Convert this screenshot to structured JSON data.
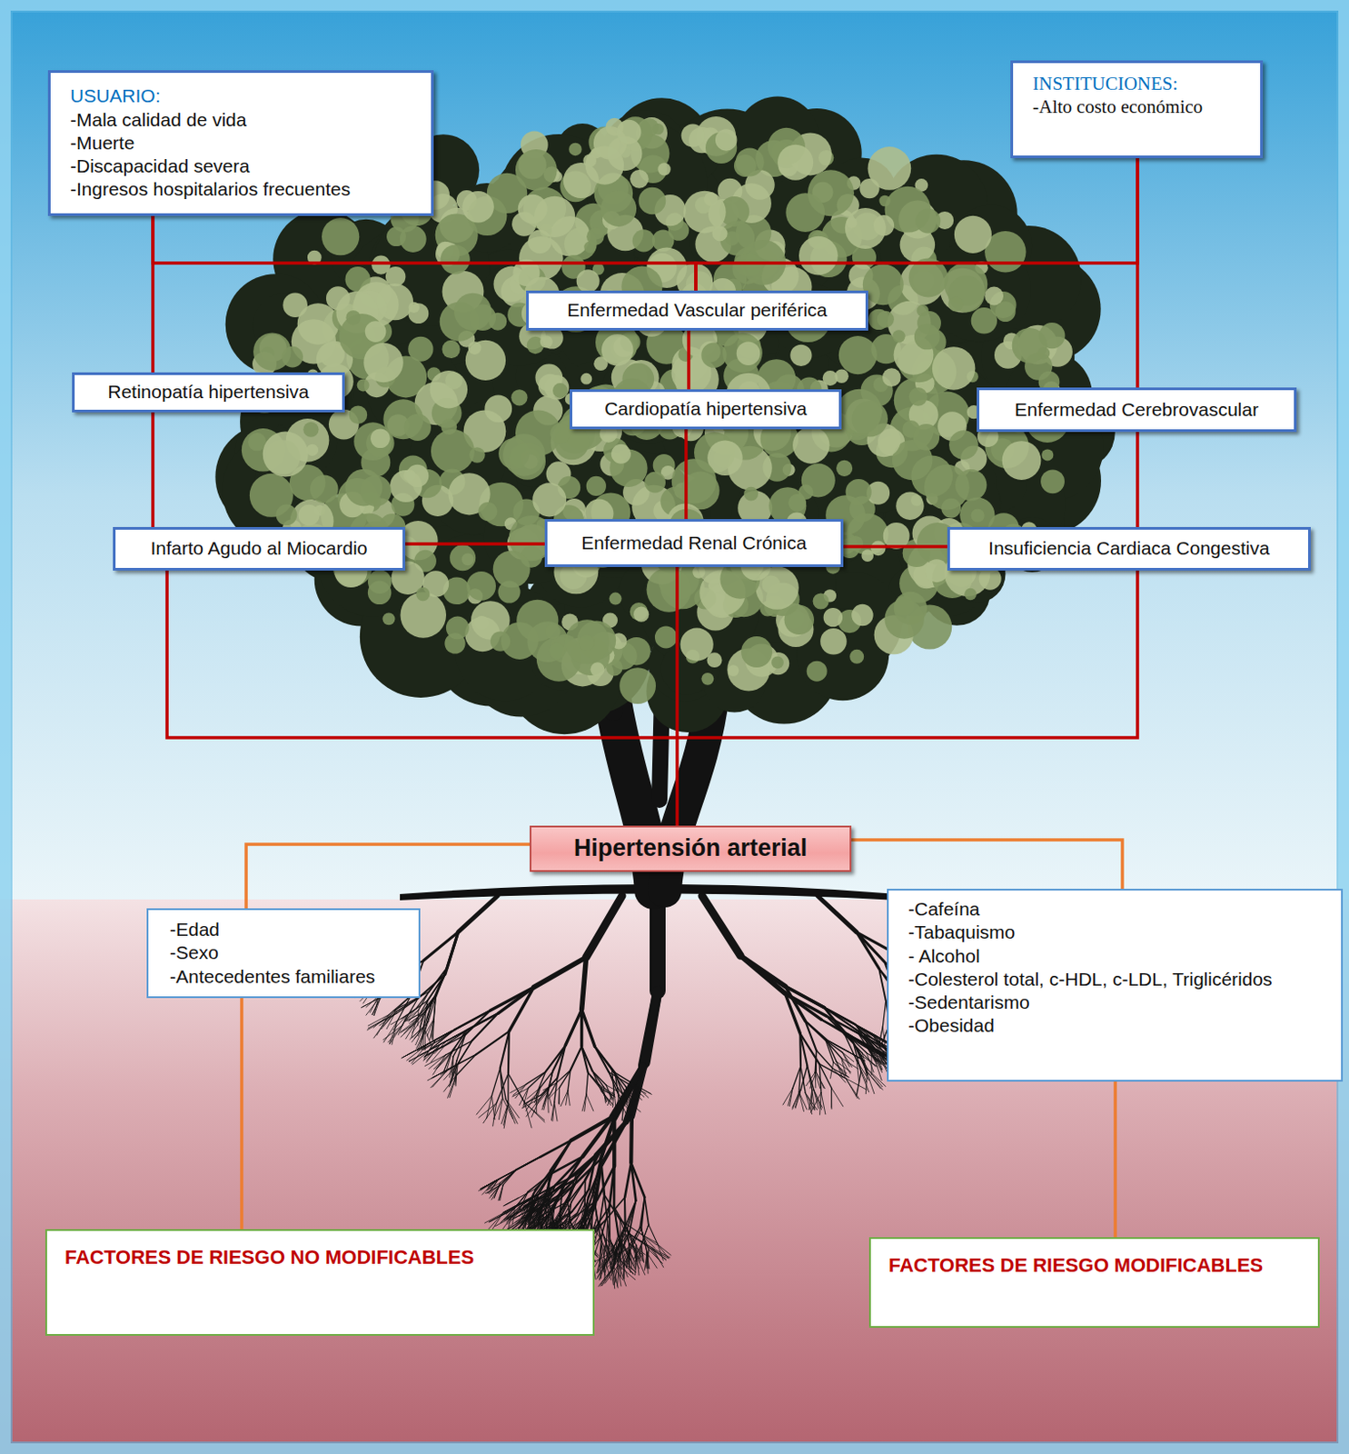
{
  "diagram": {
    "nodes": [
      {
        "text": [
          "USUARIO:",
          "-Mala calidad de vida",
          "-Muerte",
          "-Discapacidad severa",
          "-Ingresos hospitalarios frecuentes"
        ]
      },
      {
        "text": [
          "INSTITUCIONES:",
          "-Alto costo económico"
        ]
      },
      {
        "text": [
          "Enfermedad Vascular periférica"
        ]
      },
      {
        "text": [
          "Retinopatía hipertensiva"
        ]
      },
      {
        "text": [
          "Cardiopatía hipertensiva"
        ]
      },
      {
        "text": [
          "Enfermedad Cerebrovascular"
        ]
      },
      {
        "text": [
          "Infarto Agudo al Miocardio"
        ]
      },
      {
        "text": [
          "Enfermedad Renal Crónica"
        ]
      },
      {
        "text": [
          "Insuficiencia Cardiaca Congestiva"
        ]
      },
      {
        "text": [
          "Hipertensión arterial"
        ]
      },
      {
        "text": [
          "-Edad",
          "-Sexo",
          "-Antecedentes familiares"
        ]
      },
      {
        "text": [
          "-Cafeína",
          "-Tabaquismo",
          "- Alcohol",
          "-Colesterol total, c-HDL, c-LDL, Triglicéridos",
          "-Sedentarismo",
          "-Obesidad"
        ]
      },
      {
        "text": [
          "FACTORES DE RIESGO  NO MODIFICABLES"
        ]
      },
      {
        "text": [
          "FACTORES DE RIESGO MODIFICABLES"
        ]
      }
    ],
    "edges": [
      {
        "from": 3,
        "to": 0,
        "arrow": "none"
      },
      {
        "from": 2,
        "to": 0,
        "arrow": "none"
      },
      {
        "from": 2,
        "to": 1,
        "arrow": "none"
      },
      {
        "from": 5,
        "to": 1,
        "arrow": "none"
      },
      {
        "from": 6,
        "to": 3,
        "arrow": "none"
      },
      {
        "from": 8,
        "to": 5,
        "arrow": "none"
      },
      {
        "from": 4,
        "to": 2,
        "arrow": "none"
      },
      {
        "from": 7,
        "to": 4,
        "arrow": "none"
      },
      {
        "from": 6,
        "to": 7,
        "arrow": "none"
      },
      {
        "from": 7,
        "to": 8,
        "arrow": "none"
      },
      {
        "from": 6,
        "to": 8,
        "arrow": "none"
      },
      {
        "from": 9,
        "to": 7,
        "arrow": "none"
      },
      {
        "from": 9,
        "to": 10,
        "arrow": "none"
      },
      {
        "from": 9,
        "to": 11,
        "arrow": "none"
      },
      {
        "from": 10,
        "to": 12,
        "arrow": "none"
      },
      {
        "from": 11,
        "to": 13,
        "arrow": "none"
      }
    ]
  }
}
